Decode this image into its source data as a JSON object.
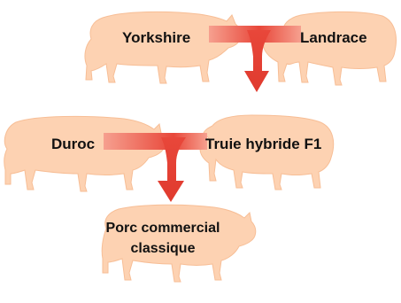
{
  "labels": {
    "yorkshire": "Yorkshire",
    "landrace": "Landrace",
    "duroc": "Duroc",
    "hybrid_sow": "Truie hybride F1",
    "commercial_line1": "Porc commercial",
    "commercial_line2": "classique"
  },
  "colors": {
    "pig_body": "#FDD2B2",
    "pig_stroke": "#F7BE96",
    "arrow": "#E8473A",
    "arrow_light": "#F6A08F",
    "text": "#111111"
  },
  "icons": {
    "pig": "pig-silhouette",
    "arrow": "cross-breeding-arrow"
  }
}
